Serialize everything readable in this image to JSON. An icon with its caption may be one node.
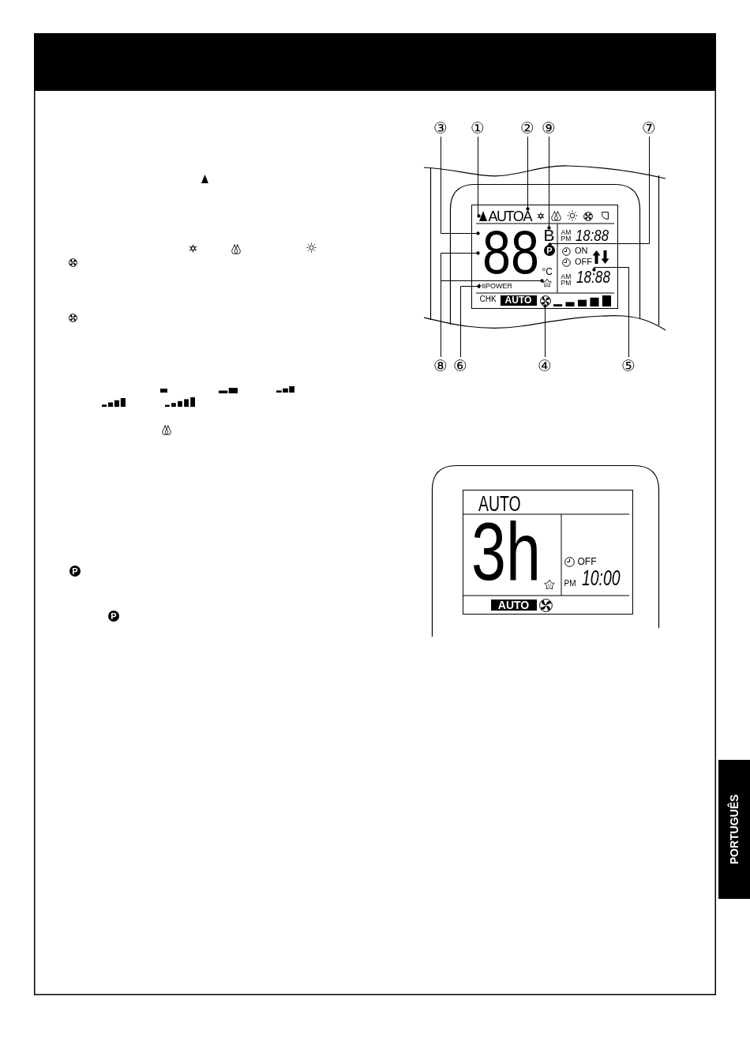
{
  "diagram": {
    "nodes": [
      {
        "text": [
          "③"
        ]
      },
      {
        "text": [
          "①"
        ]
      },
      {
        "text": [
          "②"
        ]
      },
      {
        "text": [
          "⑨"
        ]
      },
      {
        "text": [
          "⑦"
        ]
      },
      {
        "text": [
          "AUTO",
          "AM PM",
          "18:88",
          "ON",
          "OFF",
          "°C",
          "AM PM",
          "CHK",
          "AUTO"
        ]
      },
      {
        "text": [],
        "shape": "triangle",
        "in": 5
      },
      {
        "text": [
          "A"
        ],
        "in": 5
      },
      {
        "text": [
          "88"
        ],
        "in": 5
      },
      {
        "text": [
          "B"
        ],
        "in": 5
      },
      {
        "text": [
          "P"
        ],
        "in": 5
      },
      {
        "text": [],
        "shape": "star",
        "in": 5
      },
      {
        "text": [
          "HiPOWER"
        ],
        "in": 5
      },
      {
        "text": [
          "18:88"
        ],
        "in": 5
      },
      {
        "text": [],
        "shape": "fan",
        "in": 5
      },
      {
        "text": [
          "⑧"
        ]
      },
      {
        "text": [
          "⑥"
        ]
      },
      {
        "text": [
          "④"
        ]
      },
      {
        "text": [
          "⑤"
        ]
      },
      {
        "text": [
          "AUTO",
          "3h",
          "OFF",
          "PM",
          "10:00",
          "AUTO"
        ]
      }
    ],
    "edges": [
      {
        "from": 0,
        "to": 8,
        "arrow": "other"
      },
      {
        "from": 1,
        "to": 6,
        "arrow": "other"
      },
      {
        "from": 2,
        "to": 7,
        "arrow": "other"
      },
      {
        "from": 3,
        "to": 9,
        "arrow": "other"
      },
      {
        "from": 4,
        "to": 10,
        "arrow": "other"
      },
      {
        "from": 15,
        "to": 8,
        "arrow": "other"
      },
      {
        "from": 15,
        "to": 11,
        "arrow": "other"
      },
      {
        "from": 16,
        "to": 12,
        "arrow": "other"
      },
      {
        "from": 17,
        "to": 14,
        "arrow": "other"
      },
      {
        "from": 18,
        "to": 13,
        "arrow": "other"
      }
    ],
    "labels": [
      "P",
      "P",
      "PORTUGUÊS"
    ]
  }
}
